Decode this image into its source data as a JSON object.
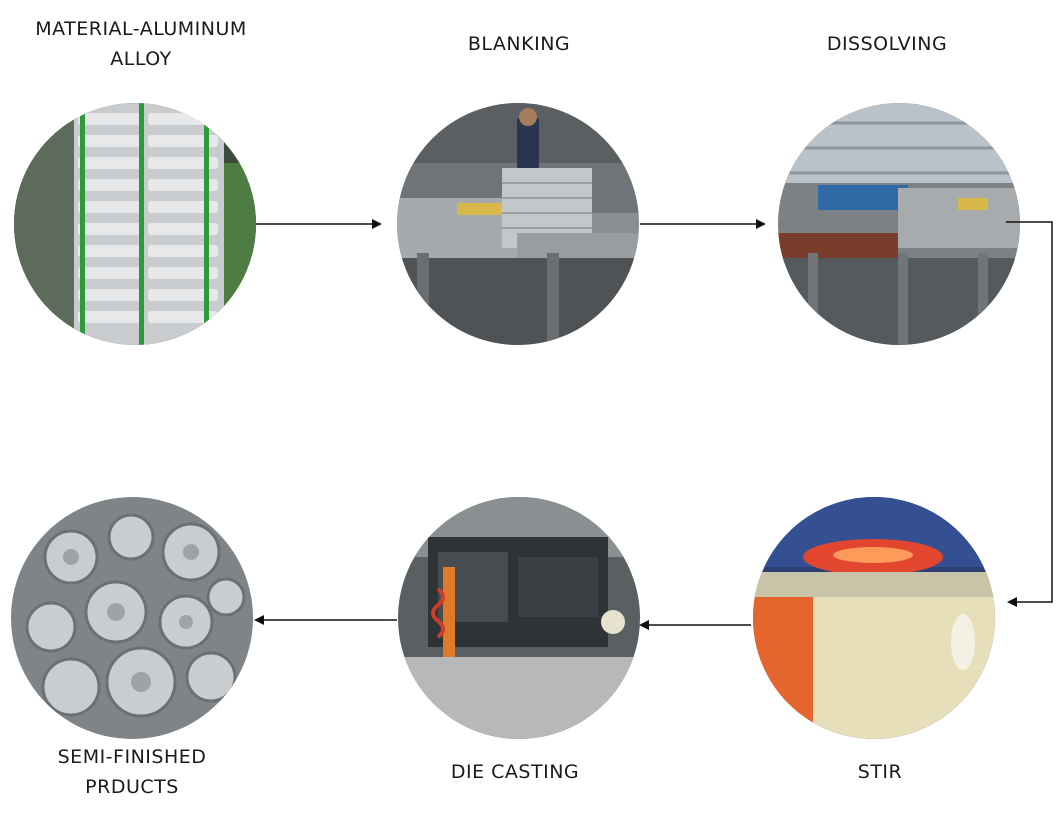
{
  "steps": [
    {
      "id": "material",
      "label": "MATERIAL-ALUMINUM\nALLOY"
    },
    {
      "id": "blanking",
      "label": "BLANKING"
    },
    {
      "id": "dissolving",
      "label": "DISSOLVING"
    },
    {
      "id": "stir",
      "label": "STIR"
    },
    {
      "id": "die_casting",
      "label": "DIE CASTING"
    },
    {
      "id": "semi_finished",
      "label": "SEMI-FINISHED\nPRDUCTS"
    }
  ],
  "flow": [
    "material",
    "blanking",
    "dissolving",
    "stir",
    "die_casting",
    "semi_finished"
  ],
  "colors": {
    "line": "#111111",
    "text": "#1a1a1a",
    "background": "#ffffff"
  }
}
